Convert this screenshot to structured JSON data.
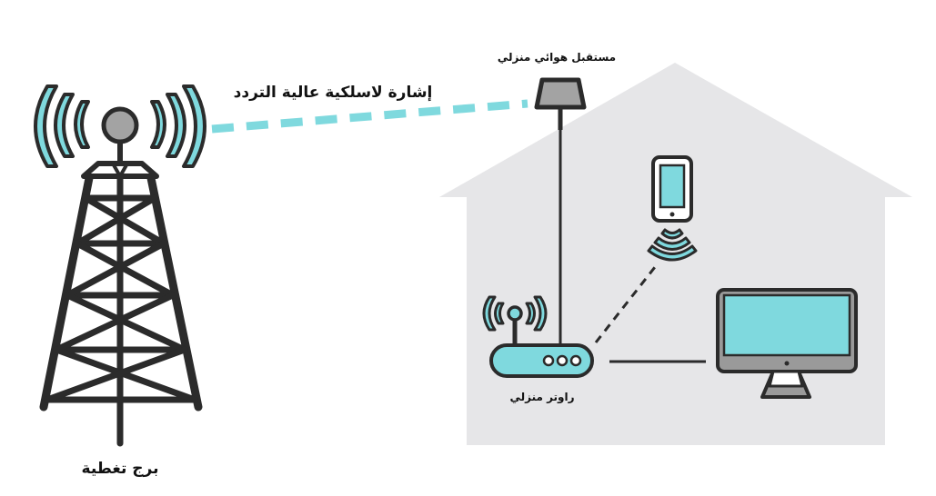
{
  "labels": {
    "signal": "إشارة لاسلكية عالية التردد",
    "receiver": "مستقبل هوائي منزلي",
    "tower": "برج تغطية",
    "router": "راوتر منزلي"
  },
  "colors": {
    "accent": "#7fd9de",
    "outline": "#2b2b2b",
    "house": "#e6e6e8",
    "gray": "#9a9a9a",
    "text": "#111111"
  },
  "icons": [
    "tower-icon",
    "antenna-receiver-icon",
    "router-icon",
    "phone-icon",
    "wifi-waves-icon",
    "monitor-icon"
  ]
}
